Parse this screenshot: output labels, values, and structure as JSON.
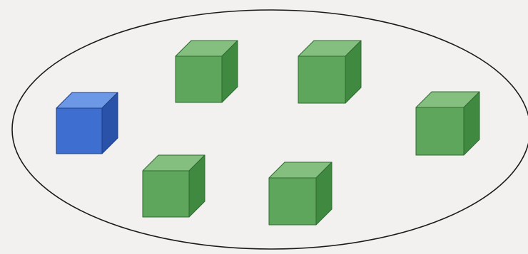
{
  "scene": {
    "background_color": "#f2f1ef",
    "set_outline_color": "#1a1a1a",
    "colors": {
      "green": {
        "front": "#5fa65d",
        "top": "#84bf80",
        "side": "#3f8a40",
        "edge": "#2f6b31"
      },
      "blue": {
        "front": "#3d6ed0",
        "top": "#6d98e6",
        "side": "#2a52a8",
        "edge": "#1e3d80"
      }
    },
    "cubes": [
      {
        "name": "cube-blue",
        "color": "blue"
      },
      {
        "name": "cube-green-1",
        "color": "green"
      },
      {
        "name": "cube-green-2",
        "color": "green"
      },
      {
        "name": "cube-green-3",
        "color": "green"
      },
      {
        "name": "cube-green-4",
        "color": "green"
      },
      {
        "name": "cube-green-5",
        "color": "green"
      }
    ]
  }
}
